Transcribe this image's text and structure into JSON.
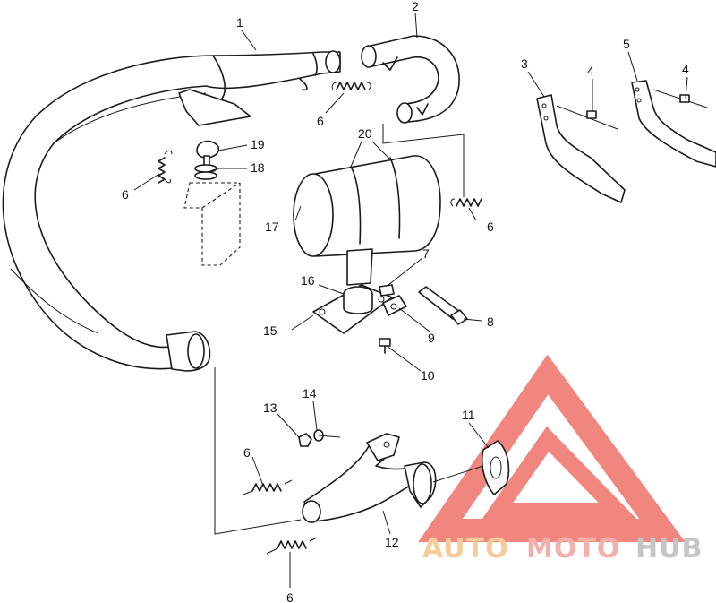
{
  "callouts": [
    {
      "id": "c1",
      "label": "1"
    },
    {
      "id": "c2",
      "label": "2"
    },
    {
      "id": "c3",
      "label": "3"
    },
    {
      "id": "c4a",
      "label": "4"
    },
    {
      "id": "c4b",
      "label": "4"
    },
    {
      "id": "c5",
      "label": "5"
    },
    {
      "id": "c6a",
      "label": "6"
    },
    {
      "id": "c6b",
      "label": "6"
    },
    {
      "id": "c6c",
      "label": "6"
    },
    {
      "id": "c6d",
      "label": "6"
    },
    {
      "id": "c6e",
      "label": "6"
    },
    {
      "id": "c7",
      "label": "7"
    },
    {
      "id": "c8",
      "label": "8"
    },
    {
      "id": "c9",
      "label": "9"
    },
    {
      "id": "c10",
      "label": "10"
    },
    {
      "id": "c11",
      "label": "11"
    },
    {
      "id": "c12",
      "label": "12"
    },
    {
      "id": "c13",
      "label": "13"
    },
    {
      "id": "c14",
      "label": "14"
    },
    {
      "id": "c15",
      "label": "15"
    },
    {
      "id": "c16",
      "label": "16"
    },
    {
      "id": "c17",
      "label": "17"
    },
    {
      "id": "c18",
      "label": "18"
    },
    {
      "id": "c19",
      "label": "19"
    },
    {
      "id": "c20",
      "label": "20"
    }
  ],
  "watermark": {
    "word_auto": "AUTO",
    "word_moto": "MOTO",
    "word_hub": "HUB",
    "colors": {
      "auto": "#f6c68f",
      "moto": "#f0a8a0",
      "hub": "#bfbfbf",
      "triangle": "#f07a72"
    }
  }
}
